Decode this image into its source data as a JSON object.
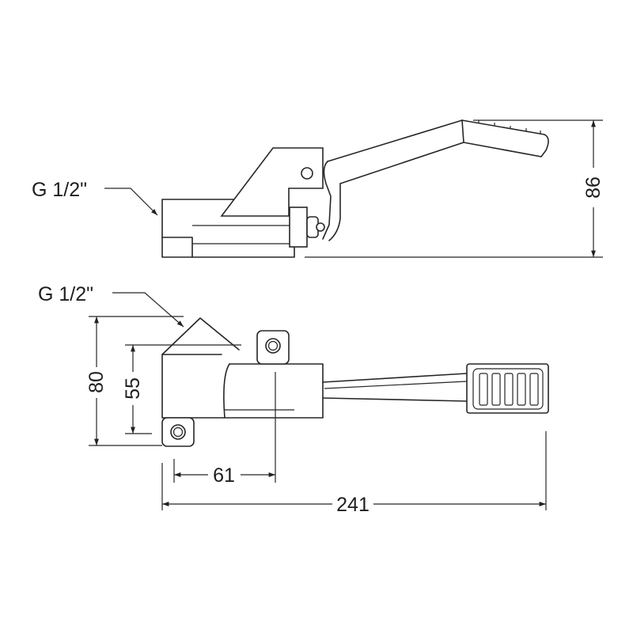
{
  "side_view": {
    "thread_label": "G 1/2\"",
    "height_dim": "86"
  },
  "plan_view": {
    "thread_label": "G 1/2\"",
    "width_dim": "80",
    "hole_spacing_dim": "55",
    "offset_dim": "61",
    "length_dim": "241"
  }
}
